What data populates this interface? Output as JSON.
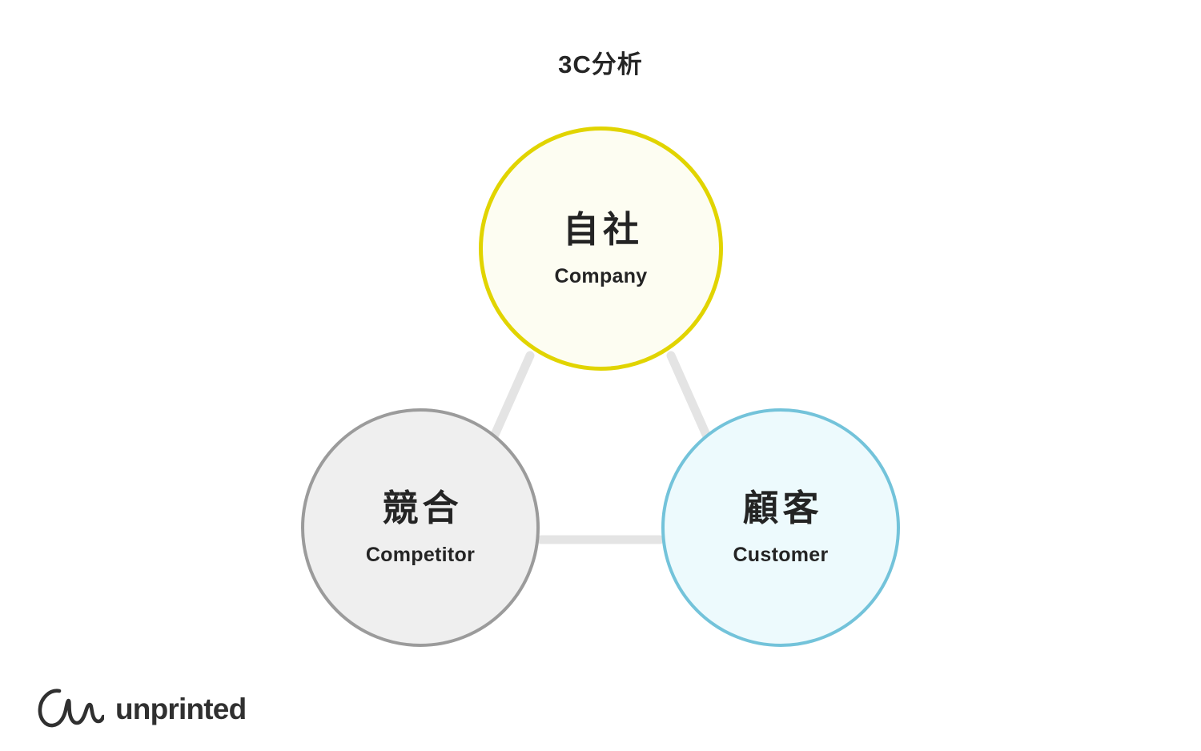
{
  "title": "3C分析",
  "diagram": {
    "type": "venn-triangle",
    "nodes": [
      {
        "id": "company",
        "jp_label": "自社",
        "en_label": "Company",
        "border_color": "#E1D400",
        "fill_color": "#FDFDF2",
        "position": "top"
      },
      {
        "id": "competitor",
        "jp_label": "競合",
        "en_label": "Competitor",
        "border_color": "#9B9B9B",
        "fill_color": "#EFEFEF",
        "position": "bottom-left"
      },
      {
        "id": "customer",
        "jp_label": "顧客",
        "en_label": "Customer",
        "border_color": "#73C3DA",
        "fill_color": "#EDFAFD",
        "position": "bottom-right"
      }
    ],
    "connectors": [
      {
        "from": "company",
        "to": "competitor",
        "color": "#E4E4E4"
      },
      {
        "from": "company",
        "to": "customer",
        "color": "#E4E4E4"
      },
      {
        "from": "competitor",
        "to": "customer",
        "color": "#E4E4E4"
      }
    ]
  },
  "logo": {
    "mark": "unprinted-script-mark-icon",
    "text": "unprinted",
    "color": "#303030"
  },
  "colors": {
    "background": "#FFFFFF",
    "text": "#242424",
    "connector": "#E4E4E4"
  }
}
